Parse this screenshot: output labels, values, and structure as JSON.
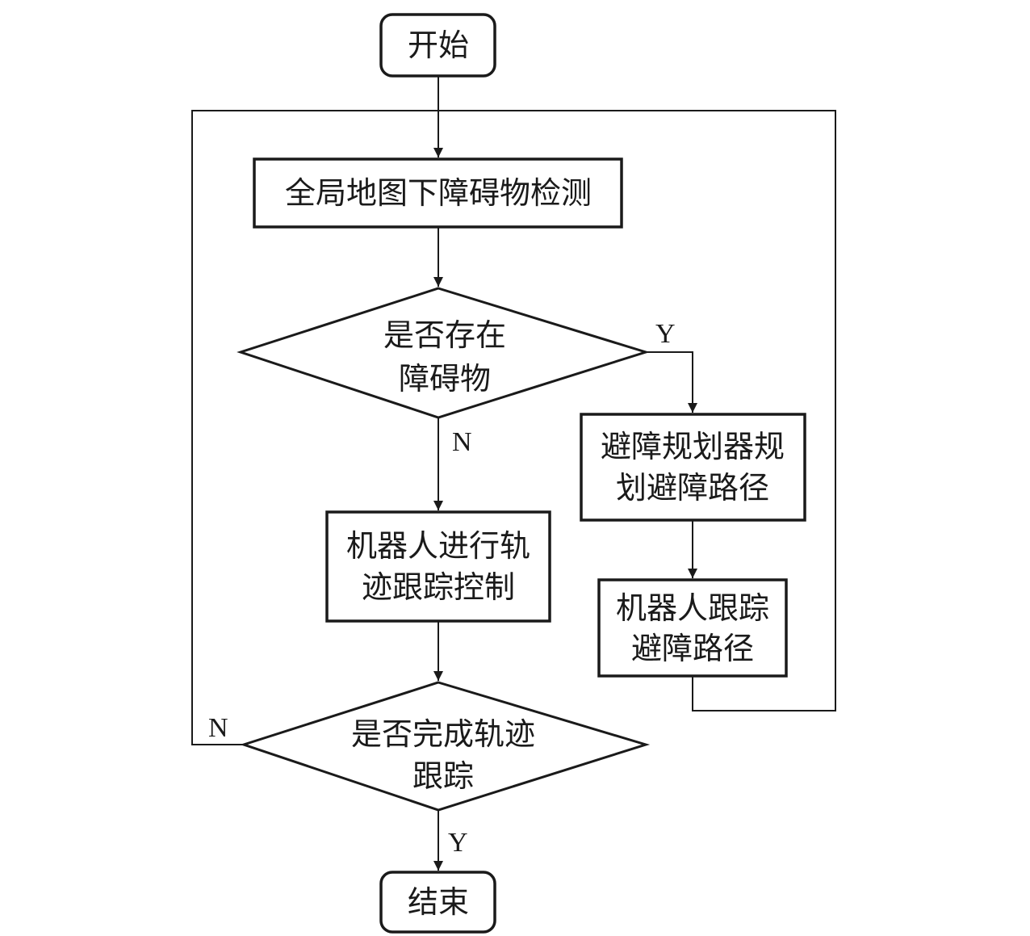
{
  "flowchart": {
    "start": "开始",
    "detect": "全局地图下障碍物检测",
    "decision_obstacle": [
      "是否存在",
      "障碍物"
    ],
    "plan": [
      "避障规划器规",
      "划避障路径"
    ],
    "track_avoid": [
      "机器人跟踪",
      "避障路径"
    ],
    "track_control": [
      "机器人进行轨",
      "迹跟踪控制"
    ],
    "decision_done": [
      "是否完成轨迹",
      "跟踪"
    ],
    "end": "结束",
    "edge_labels": {
      "obstacle_yes": "Y",
      "obstacle_no": "N",
      "done_no": "N",
      "done_yes": "Y"
    }
  },
  "colors": {
    "stroke": "#1a1a1a",
    "background": "#ffffff"
  }
}
